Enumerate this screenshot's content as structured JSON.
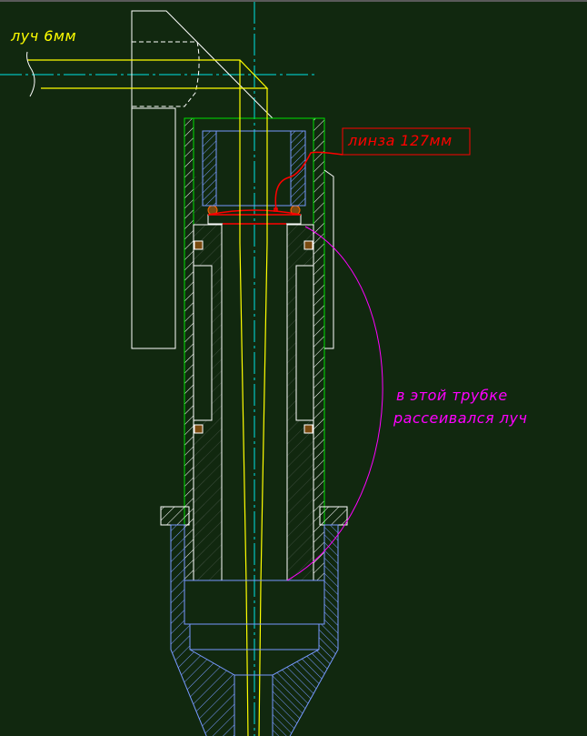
{
  "labels": {
    "beam": "луч 6мм",
    "lens": "линза 127мм",
    "tube_line1": "в этой трубке",
    "tube_line2": "рассеивался луч"
  },
  "colors": {
    "background": "#11280f",
    "beam": "#ffff00",
    "centerline": "#00e5e5",
    "tube": "#00e000",
    "lens_holder": "#7799ff",
    "lens": "#ff0000",
    "annotation": "#ff00ff",
    "outline": "#ffffff"
  }
}
